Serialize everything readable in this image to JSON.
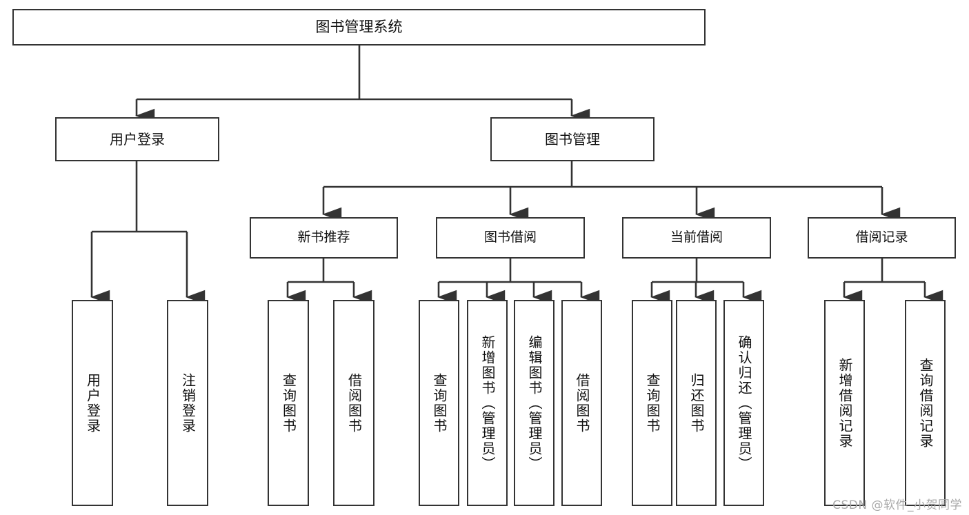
{
  "diagram": {
    "title": "图书管理系统",
    "type": "tree",
    "watermark": "CSDN @软件_小贺同学",
    "colors": {
      "stroke": "#333333",
      "fill": "#ffffff",
      "text": "#111111",
      "watermark": "#a8a8a8"
    },
    "nodes": {
      "root": {
        "label": "图书管理系统"
      },
      "level2": [
        {
          "id": "user-login",
          "label": "用户登录"
        },
        {
          "id": "book-manage",
          "label": "图书管理"
        }
      ],
      "level3": [
        {
          "id": "new-book-recommend",
          "label": "新书推荐"
        },
        {
          "id": "book-borrow",
          "label": "图书借阅"
        },
        {
          "id": "current-borrow",
          "label": "当前借阅"
        },
        {
          "id": "borrow-record",
          "label": "借阅记录"
        }
      ],
      "leaves": {
        "user_login": [
          {
            "id": "leaf-user-login",
            "label": "用户登录"
          },
          {
            "id": "leaf-logout-login",
            "label": "注销登录"
          }
        ],
        "new_book_recommend": [
          {
            "id": "leaf-query-book-1",
            "label": "查询图书"
          },
          {
            "id": "leaf-borrow-book-1",
            "label": "借阅图书"
          }
        ],
        "book_borrow": [
          {
            "id": "leaf-query-book-2",
            "label": "查询图书"
          },
          {
            "id": "leaf-add-book",
            "label": "新增图书（管理员）"
          },
          {
            "id": "leaf-edit-book",
            "label": "编辑图书（管理员）"
          },
          {
            "id": "leaf-borrow-book-2",
            "label": "借阅图书"
          }
        ],
        "current_borrow": [
          {
            "id": "leaf-query-book-3",
            "label": "查询图书"
          },
          {
            "id": "leaf-return-book",
            "label": "归还图书"
          },
          {
            "id": "leaf-confirm-return",
            "label": "确认归还（管理员）"
          }
        ],
        "borrow_record": [
          {
            "id": "leaf-add-record",
            "label": "新增借阅记录"
          },
          {
            "id": "leaf-query-record",
            "label": "查询借阅记录"
          }
        ]
      }
    }
  }
}
